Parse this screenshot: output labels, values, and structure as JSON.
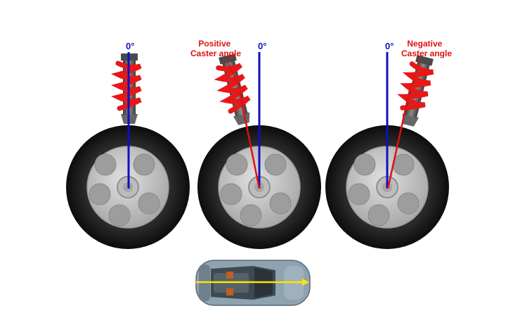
{
  "diagrams": [
    {
      "zero_label": "0°",
      "angle_label": [],
      "colors": {
        "reference_line": "#1010c0"
      }
    },
    {
      "zero_label": "0°",
      "angle_label": [
        "Positive",
        "Caster angle"
      ],
      "colors": {
        "reference_line": "#1010c0",
        "caster_line": "#e01010",
        "label": "#e01010"
      }
    },
    {
      "zero_label": "0°",
      "angle_label": [
        "Negative",
        "Caster angle"
      ],
      "colors": {
        "reference_line": "#1010c0",
        "caster_line": "#e01010",
        "label": "#e01010"
      }
    }
  ],
  "car": {
    "icon": "car-top-view-icon",
    "direction_arrow_color": "#ffe600",
    "body_color": "#8fa2b0"
  },
  "colors": {
    "tire": "#1a1a1a",
    "rim": "#c9c9c9",
    "spring": "#e81818",
    "shock": "#555555"
  }
}
